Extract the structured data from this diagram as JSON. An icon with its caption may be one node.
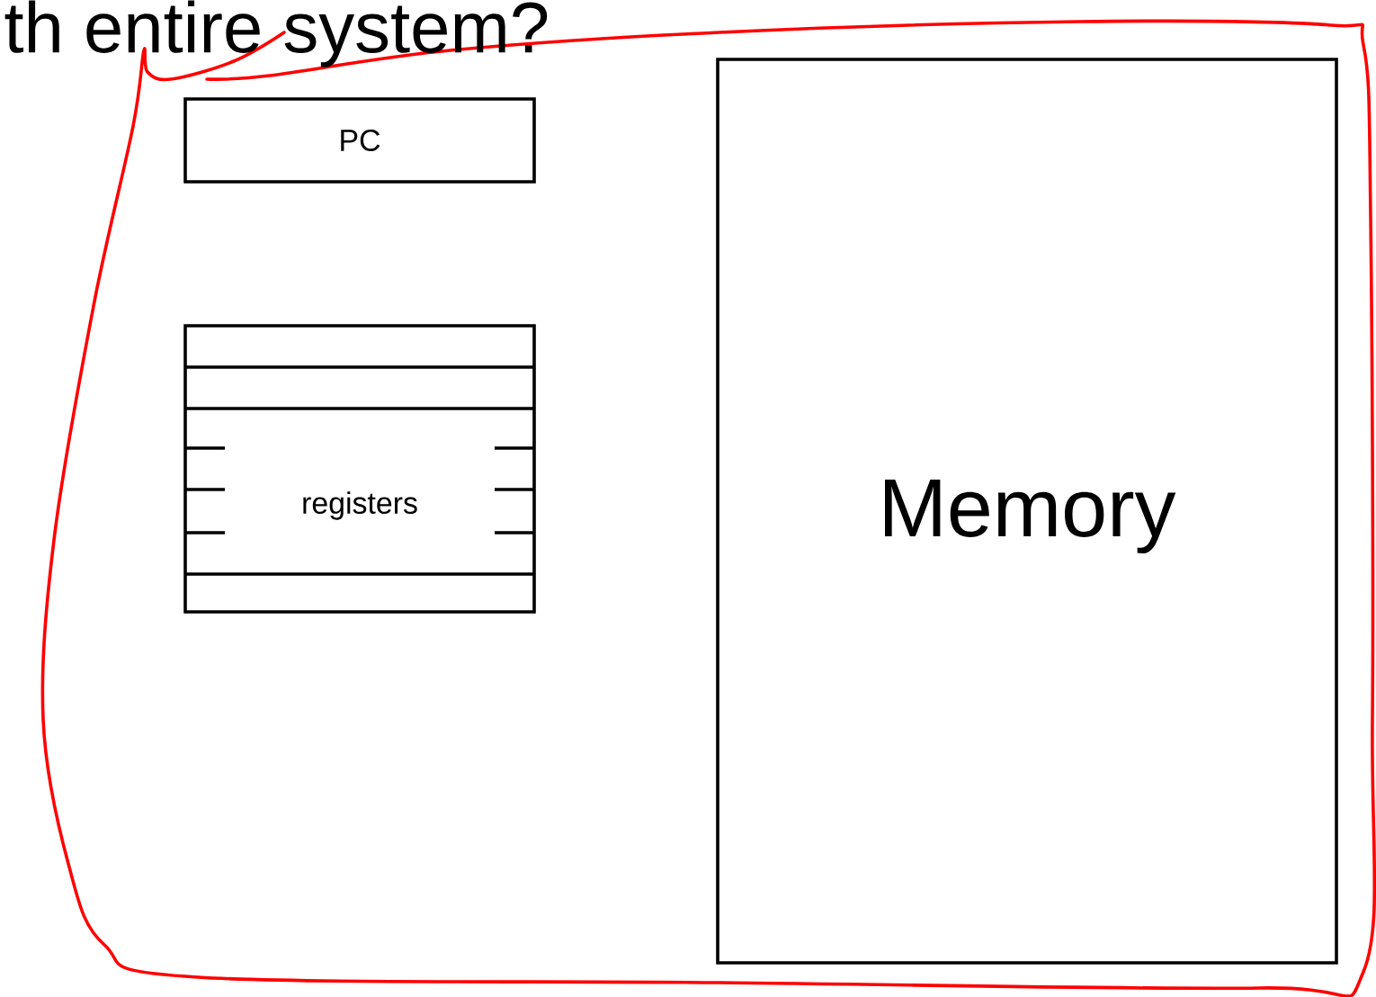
{
  "diagram": {
    "nodes": [
      {
        "text": [
          "PC"
        ]
      },
      {
        "text": [
          "registers"
        ]
      },
      {
        "text": [
          "Memory"
        ]
      }
    ],
    "labels": [
      "th entire system?"
    ]
  }
}
